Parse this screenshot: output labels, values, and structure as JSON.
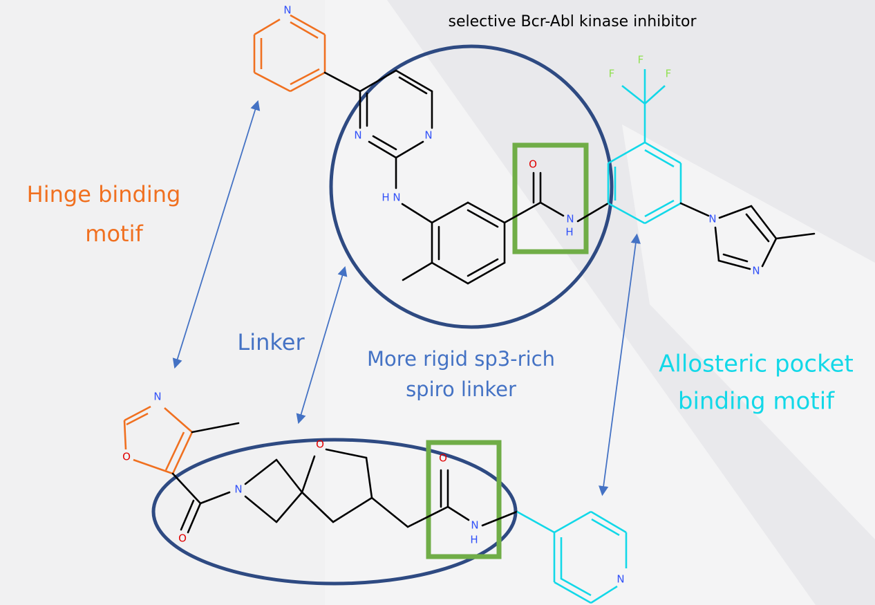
{
  "title": "selective Bcr-Abl kinase inhibitor",
  "labels": {
    "hinge_line1": "Hinge binding",
    "hinge_line2": "motif",
    "linker": "Linker",
    "rigid_line1": "More rigid sp3-rich",
    "rigid_line2": "spiro linker",
    "allosteric_line1": "Allosteric pocket",
    "allosteric_line2": "binding motif"
  },
  "atoms": {
    "N": "N",
    "O": "O",
    "F": "F",
    "H": "H",
    "HN": "H N"
  },
  "colors": {
    "hinge": "#f07020",
    "linker": "#4472c4",
    "allosteric": "#12d8e8",
    "highlight_box": "#70ad47",
    "ellipse": "#2e4a82",
    "nitrogen": "#3050f8",
    "oxygen": "#e00000",
    "fluorine": "#90e050",
    "background_shape": "#e6e6e9"
  }
}
